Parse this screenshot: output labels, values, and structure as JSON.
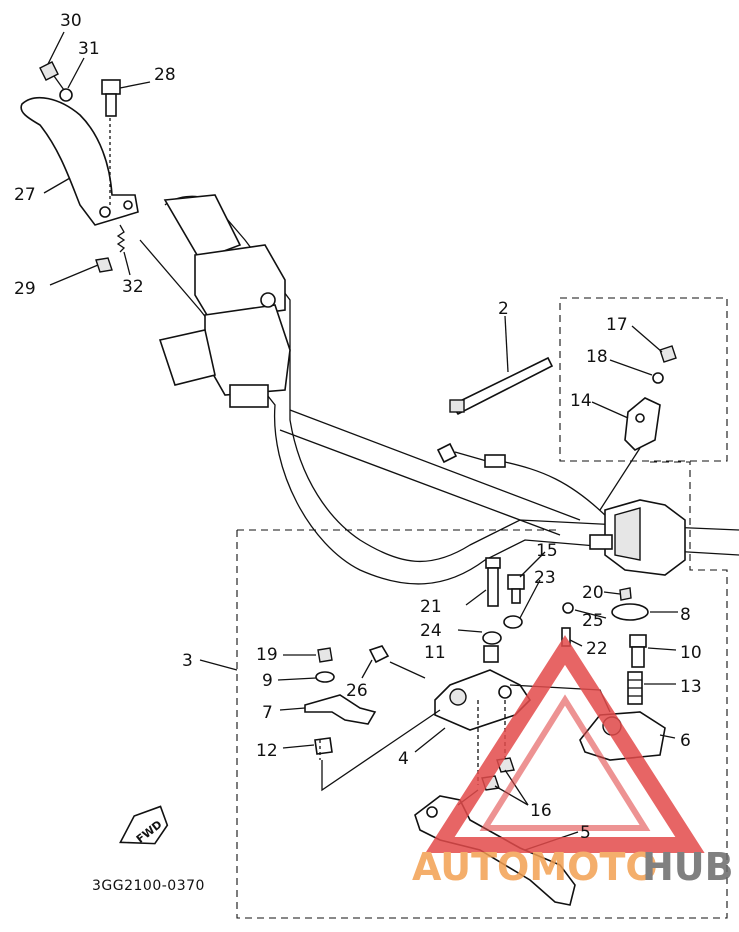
{
  "diagram": {
    "drawing_code": "3GG2100-0370",
    "direction_label": "FWD",
    "watermark": {
      "prefix": "AUTOMOTO",
      "suffix": "HUB",
      "color_main": "#f3a052",
      "color_suffix": "#6b6b6b",
      "triangle_color": "#e34b4b"
    },
    "callouts": {
      "c30": "30",
      "c31": "31",
      "c28": "28",
      "c27": "27",
      "c29": "29",
      "c32": "32",
      "c2": "2",
      "c17": "17",
      "c18": "18",
      "c14": "14",
      "c15": "15",
      "c23": "23",
      "c21": "21",
      "c24": "24",
      "c11": "11",
      "c19": "19",
      "c9": "9",
      "c7": "7",
      "c26": "26",
      "c12": "12",
      "c3": "3",
      "c4": "4",
      "c20": "20",
      "c8": "8",
      "c25": "25",
      "c22": "22",
      "c10": "10",
      "c13": "13",
      "c6": "6",
      "c16": "16",
      "c5": "5"
    }
  }
}
